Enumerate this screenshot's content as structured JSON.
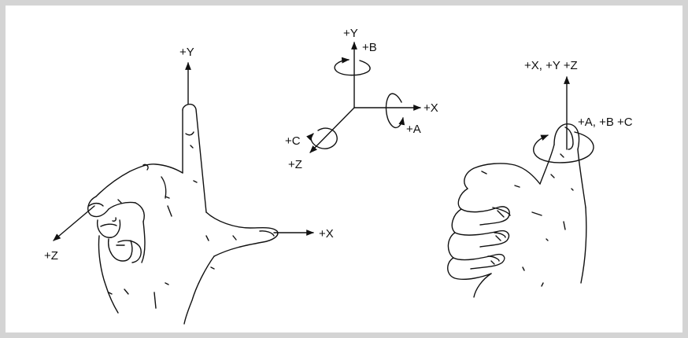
{
  "figure": {
    "left_hand": {
      "y_label": "+Y",
      "z_label": "+Z",
      "x_label": "+X"
    },
    "axes": {
      "y_label": "+Y",
      "b_label": "+B",
      "x_label": "+X",
      "a_label": "+A",
      "c_label": "+C",
      "z_label": "+Z"
    },
    "right_hand": {
      "axes_label": "+X, +Y  +Z",
      "rot_label": "+A, +B +C"
    }
  }
}
